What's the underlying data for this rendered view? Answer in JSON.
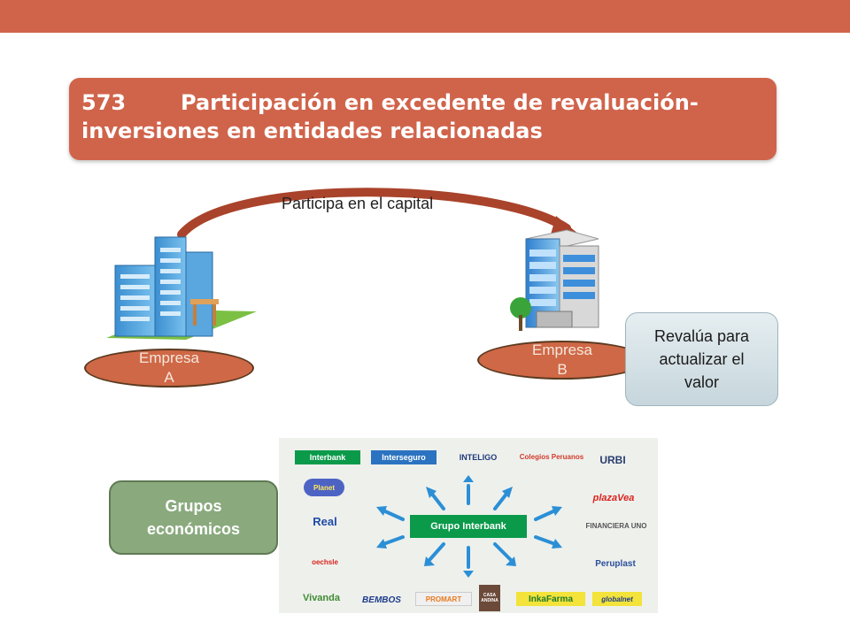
{
  "title": {
    "code": "573",
    "line1": "Participación en excedente de revaluación-",
    "line2": "inversiones en entidades relacionadas"
  },
  "arrow_label": "Participa en el capital",
  "company_a": {
    "line1": "Empresa",
    "line2": "A"
  },
  "company_b": {
    "line1": "Empresa",
    "line2": "B"
  },
  "revalue": {
    "line1": "Revalúa para",
    "line2": "actualizar el",
    "line3": "valor"
  },
  "groups": {
    "line1": "Grupos",
    "line2": "económicos"
  },
  "logos": {
    "center": "Grupo Interbank",
    "interbank": "Interbank",
    "interseguro": "Interseguro",
    "inteligo": "INTELIGO",
    "colegios": "Colegios Peruanos",
    "urbi": "URBI",
    "plazavea": "plazaVea",
    "financiera_uno": "FINANCIERA UNO",
    "peruplast": "Peruplast",
    "real": "Real",
    "promart": "PROMART",
    "inkafarma": "InkaFarma",
    "bembos": "BEMBOS",
    "vivanda": "Vivanda",
    "oechsle": "oechsle",
    "casa_andina": "CASA ANDINA",
    "globalnet": "globalnet",
    "planet": "Planet"
  },
  "colors": {
    "accent": "#d0644b",
    "arrow": "#a9432b",
    "company_fill": "#cf6846",
    "groups_fill": "#8aaa7e"
  }
}
